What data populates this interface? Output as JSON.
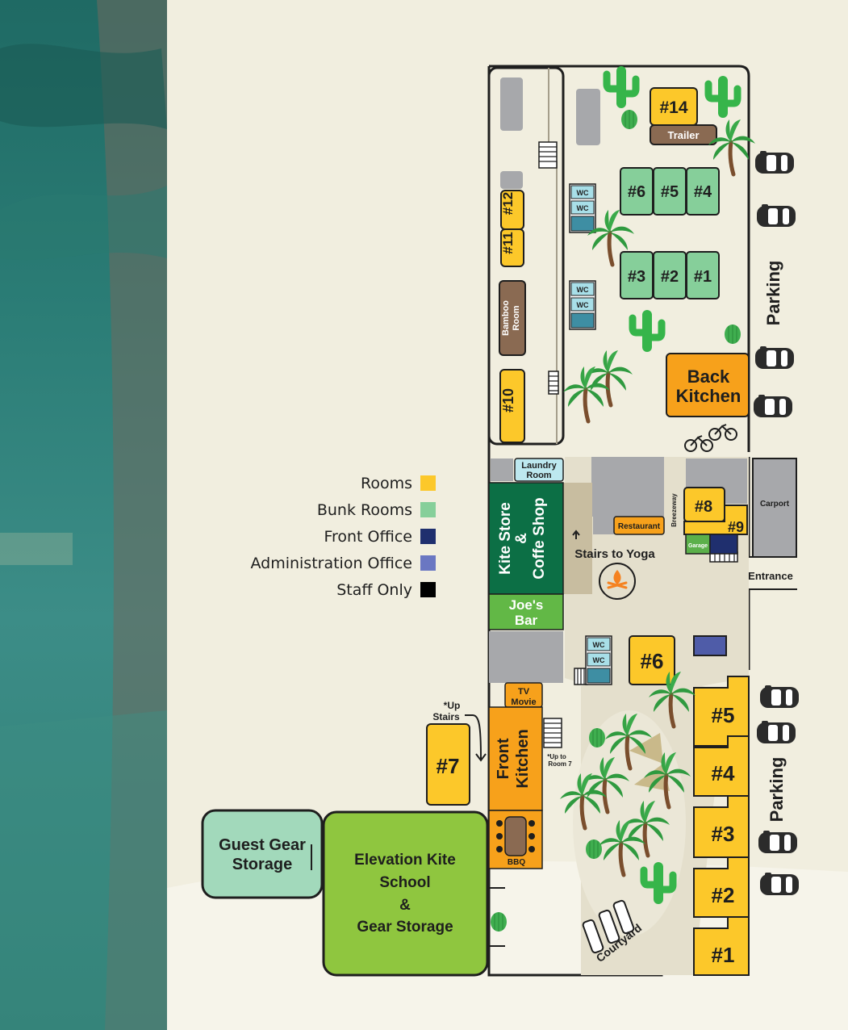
{
  "legend": {
    "items": [
      {
        "label": "Rooms",
        "color": "#fcc82a"
      },
      {
        "label": "Bunk Rooms",
        "color": "#86cf9a"
      },
      {
        "label": "Front Office",
        "color": "#1f2f6e"
      },
      {
        "label": "Administration Office",
        "color": "#6a77c2"
      },
      {
        "label": "Staff Only",
        "color": "#000000"
      }
    ]
  },
  "rooms": {
    "r14": "#14",
    "r12": "#12",
    "r11": "#11",
    "r10": "#10",
    "r8": "#8",
    "r9": "#9",
    "r7": "#7",
    "r6big": "#6",
    "r5": "#5",
    "r4": "#4",
    "r3": "#3",
    "r2": "#2",
    "r1": "#1"
  },
  "bunks": {
    "b6": "#6",
    "b5": "#5",
    "b4": "#4",
    "b3": "#3",
    "b2": "#2",
    "b1": "#1"
  },
  "labels": {
    "trailer": "Trailer",
    "bamboo_line1": "Bamboo",
    "bamboo_line2": "Room",
    "back_kitchen_line1": "Back",
    "back_kitchen_line2": "Kitchen",
    "laundry_line1": "Laundry",
    "laundry_line2": "Room",
    "kite_store_line1": "Kite Store",
    "kite_store_line2": "&",
    "kite_store_line3": "Coffe Shop",
    "joes_line1": "Joe's",
    "joes_line2": "Bar",
    "restaurant": "Restaurant",
    "breezeway": "Breezeway",
    "carport": "Carport",
    "garage": "Garage",
    "entrance": "Entrance",
    "stairs_yoga": "Stairs to Yoga",
    "tv_line1": "TV",
    "tv_line2": "Movie",
    "up_stairs_line1": "*Up",
    "up_stairs_line2": "Stairs",
    "up_room7_line1": "*Up to",
    "up_room7_line2": "Room 7",
    "front_kitchen_line1": "Front",
    "front_kitchen_line2": "Kitchen",
    "bbq": "BBQ",
    "guest_gear_line1": "Guest Gear",
    "guest_gear_line2": "Storage",
    "elevation_line1": "Elevation Kite",
    "elevation_line2": "School",
    "elevation_line3": "&",
    "elevation_line4": "Gear Storage",
    "courtyard": "Courtyard",
    "parking_top": "Parking",
    "parking_bottom": "Parking",
    "wc": "WC"
  }
}
